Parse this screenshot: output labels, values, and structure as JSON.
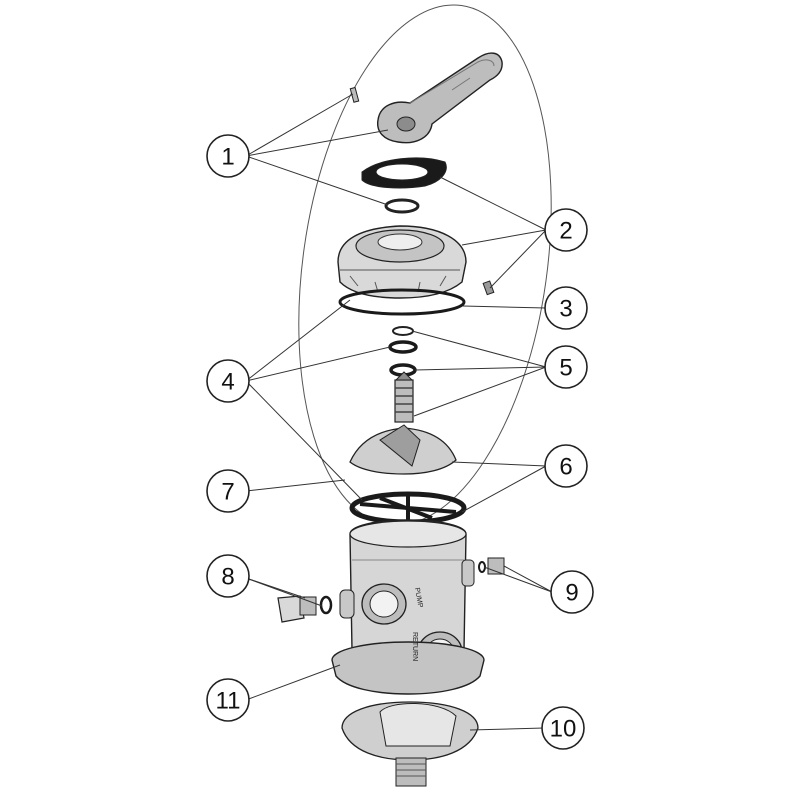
{
  "diagram": {
    "kind": "exploded-parts-view",
    "palette": {
      "part_light": "#d9d9d9",
      "part_mid": "#bdbdbd",
      "part_dark": "#8c8c8c",
      "outline": "#222222",
      "gasket": "#1a1a1a"
    }
  },
  "callouts": [
    {
      "id": "c1",
      "label": "1"
    },
    {
      "id": "c2",
      "label": "2"
    },
    {
      "id": "c3",
      "label": "3"
    },
    {
      "id": "c4",
      "label": "4"
    },
    {
      "id": "c5",
      "label": "5"
    },
    {
      "id": "c6",
      "label": "6"
    },
    {
      "id": "c7",
      "label": "7"
    },
    {
      "id": "c8",
      "label": "8"
    },
    {
      "id": "c9",
      "label": "9"
    },
    {
      "id": "c10",
      "label": "10"
    },
    {
      "id": "c11",
      "label": "11"
    }
  ],
  "body_markings": {
    "pump": "PUMP",
    "return": "RETURN"
  }
}
